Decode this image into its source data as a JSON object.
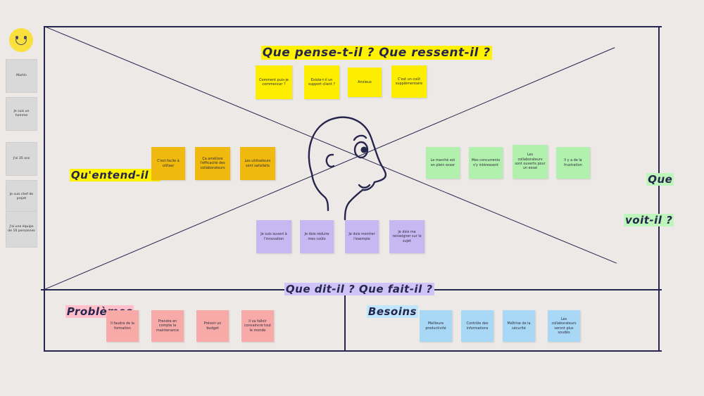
{
  "canvas": {
    "background": "#ece9e6",
    "ink": "#26254d"
  },
  "sidebar": {
    "avatar_icon": "smiley-face-icon",
    "persona_cards": [
      {
        "label": "Martin"
      },
      {
        "label": "Je suis un homme"
      },
      {
        "label": "J'ai 35 ans"
      },
      {
        "label": "Je suis chef de projet"
      },
      {
        "label": "J'ai une équipe de 10 personnes"
      }
    ]
  },
  "quadrants": {
    "think_feel": {
      "heading": "Que pense-t-il ? Que ressent-il ?",
      "highlight": "#fff200",
      "note_color": "#fdee00",
      "notes": [
        {
          "label": "Comment puis-je commencer ?"
        },
        {
          "label": "Existe-t-il un support client ?"
        },
        {
          "label": "Anxieux"
        },
        {
          "label": "C'est un coût supplémentaire"
        }
      ]
    },
    "hear": {
      "heading": "Qu'entend-il ?",
      "highlight": "#fff200",
      "note_color": "#f0b90d",
      "notes": [
        {
          "label": "C'est facile à utiliser"
        },
        {
          "label": "Ça améliore l'efficacité des collaborateurs"
        },
        {
          "label": "Les utilisateurs sont satisfaits"
        }
      ]
    },
    "see": {
      "heading_line1": "Que",
      "heading_line2": "voit-il ?",
      "highlight": "#bdf5ba",
      "note_color": "#b2f0ae",
      "notes": [
        {
          "label": "Le marché est en plein essor"
        },
        {
          "label": "Mes concurrents s'y intéressent"
        },
        {
          "label": "Les collaborateurs sont ouverts pour un essai"
        },
        {
          "label": "Il y a de la frustration"
        }
      ]
    },
    "say_do": {
      "heading": "Que dit-il ? Que fait-il ?",
      "highlight": "#cfc4f7",
      "note_color": "#c7b8f2",
      "notes": [
        {
          "label": "Je suis ouvert à l'innovation"
        },
        {
          "label": "Je dois réduire mes coûts"
        },
        {
          "label": "Je dois montrer l'exemple"
        },
        {
          "label": "Je dois me renseigner sur le sujet"
        }
      ]
    }
  },
  "bottom": {
    "pains": {
      "heading": "Problèmes",
      "highlight": "#ffc0cb",
      "note_color": "#f8aaa8",
      "notes": [
        {
          "label": "Il faudra de la formation"
        },
        {
          "label": "Prendre en compte la maintenance"
        },
        {
          "label": "Prévoir un budget"
        },
        {
          "label": "Il va falloir convaincre tout le monde"
        }
      ]
    },
    "gains": {
      "heading": "Besoins",
      "highlight": "#bfe6fb",
      "note_color": "#a8d8f5",
      "notes": [
        {
          "label": "Meilleure productivité"
        },
        {
          "label": "Contrôle des informations"
        },
        {
          "label": "Maîtrise de la sécurité"
        },
        {
          "label": "Les collaborateurs seront plus soudés"
        }
      ]
    }
  },
  "center_illustration": {
    "icon": "head-profile-drawing"
  }
}
